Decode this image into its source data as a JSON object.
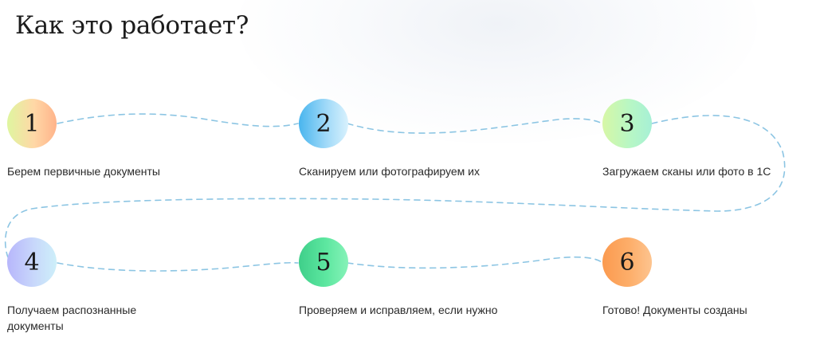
{
  "section": {
    "title": "Как это работает?"
  },
  "steps": [
    {
      "number": "1",
      "text": "Берем первичные документы"
    },
    {
      "number": "2",
      "text": "Сканируем или фотографируем их"
    },
    {
      "number": "3",
      "text": "Загружаем сканы или фото в 1С"
    },
    {
      "number": "4",
      "text": "Получаем распознанные документы"
    },
    {
      "number": "5",
      "text": "Проверяем и исправляем, если нужно"
    },
    {
      "number": "6",
      "text": "Готово! Документы созданы"
    }
  ],
  "colors": {
    "path": "#8cc5e3",
    "title": "#1c1c1c",
    "text": "#2a2a2a"
  }
}
